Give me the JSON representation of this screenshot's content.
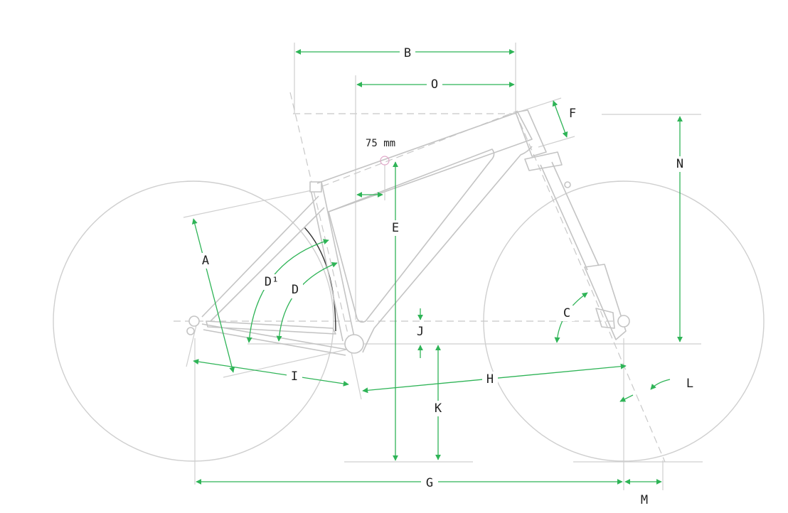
{
  "dimension_labels": {
    "A": "A",
    "B": "B",
    "C": "C",
    "D1": "D¹",
    "D": "D",
    "E": "E",
    "F": "F",
    "G": "G",
    "H": "H",
    "I": "I",
    "J": "J",
    "K": "K",
    "L": "L",
    "M": "M",
    "N": "N",
    "O": "O"
  },
  "annotation": "75 mm",
  "colors": {
    "dimension": "#2fb457",
    "outline": "#c4c4c4",
    "label": "#222222"
  }
}
